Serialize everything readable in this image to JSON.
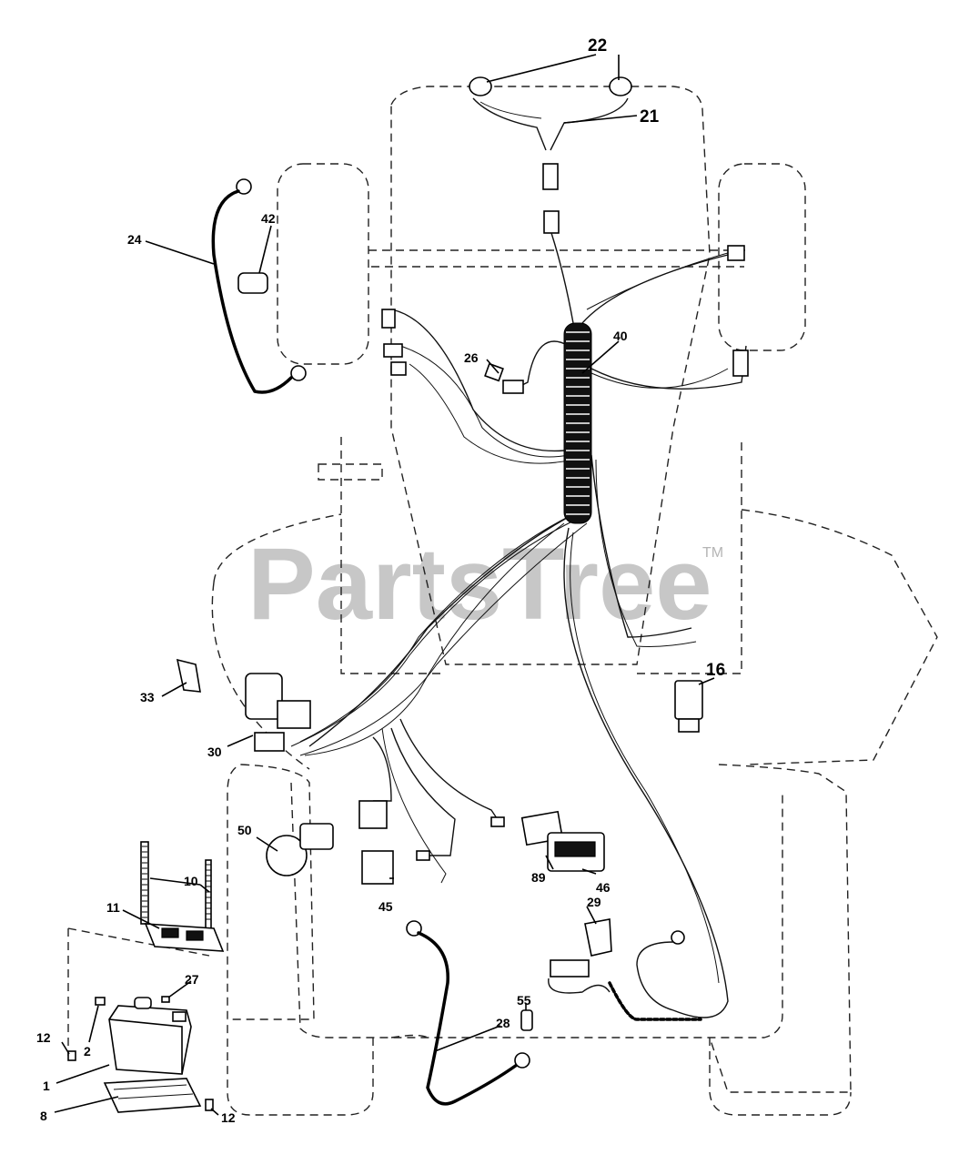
{
  "watermark": {
    "text": "PartsTree",
    "trademark": "TM"
  },
  "callouts": {
    "c1": "1",
    "c2": "2",
    "c8": "8",
    "c10": "10",
    "c11": "11",
    "c12a": "12",
    "c12b": "12",
    "c16": "16",
    "c21": "21",
    "c22": "22",
    "c24": "24",
    "c26": "26",
    "c27": "27",
    "c28": "28",
    "c29": "29",
    "c30": "30",
    "c33": "33",
    "c40": "40",
    "c42": "42",
    "c45": "45",
    "c46": "46",
    "c50": "50",
    "c55": "55",
    "c89": "89"
  }
}
